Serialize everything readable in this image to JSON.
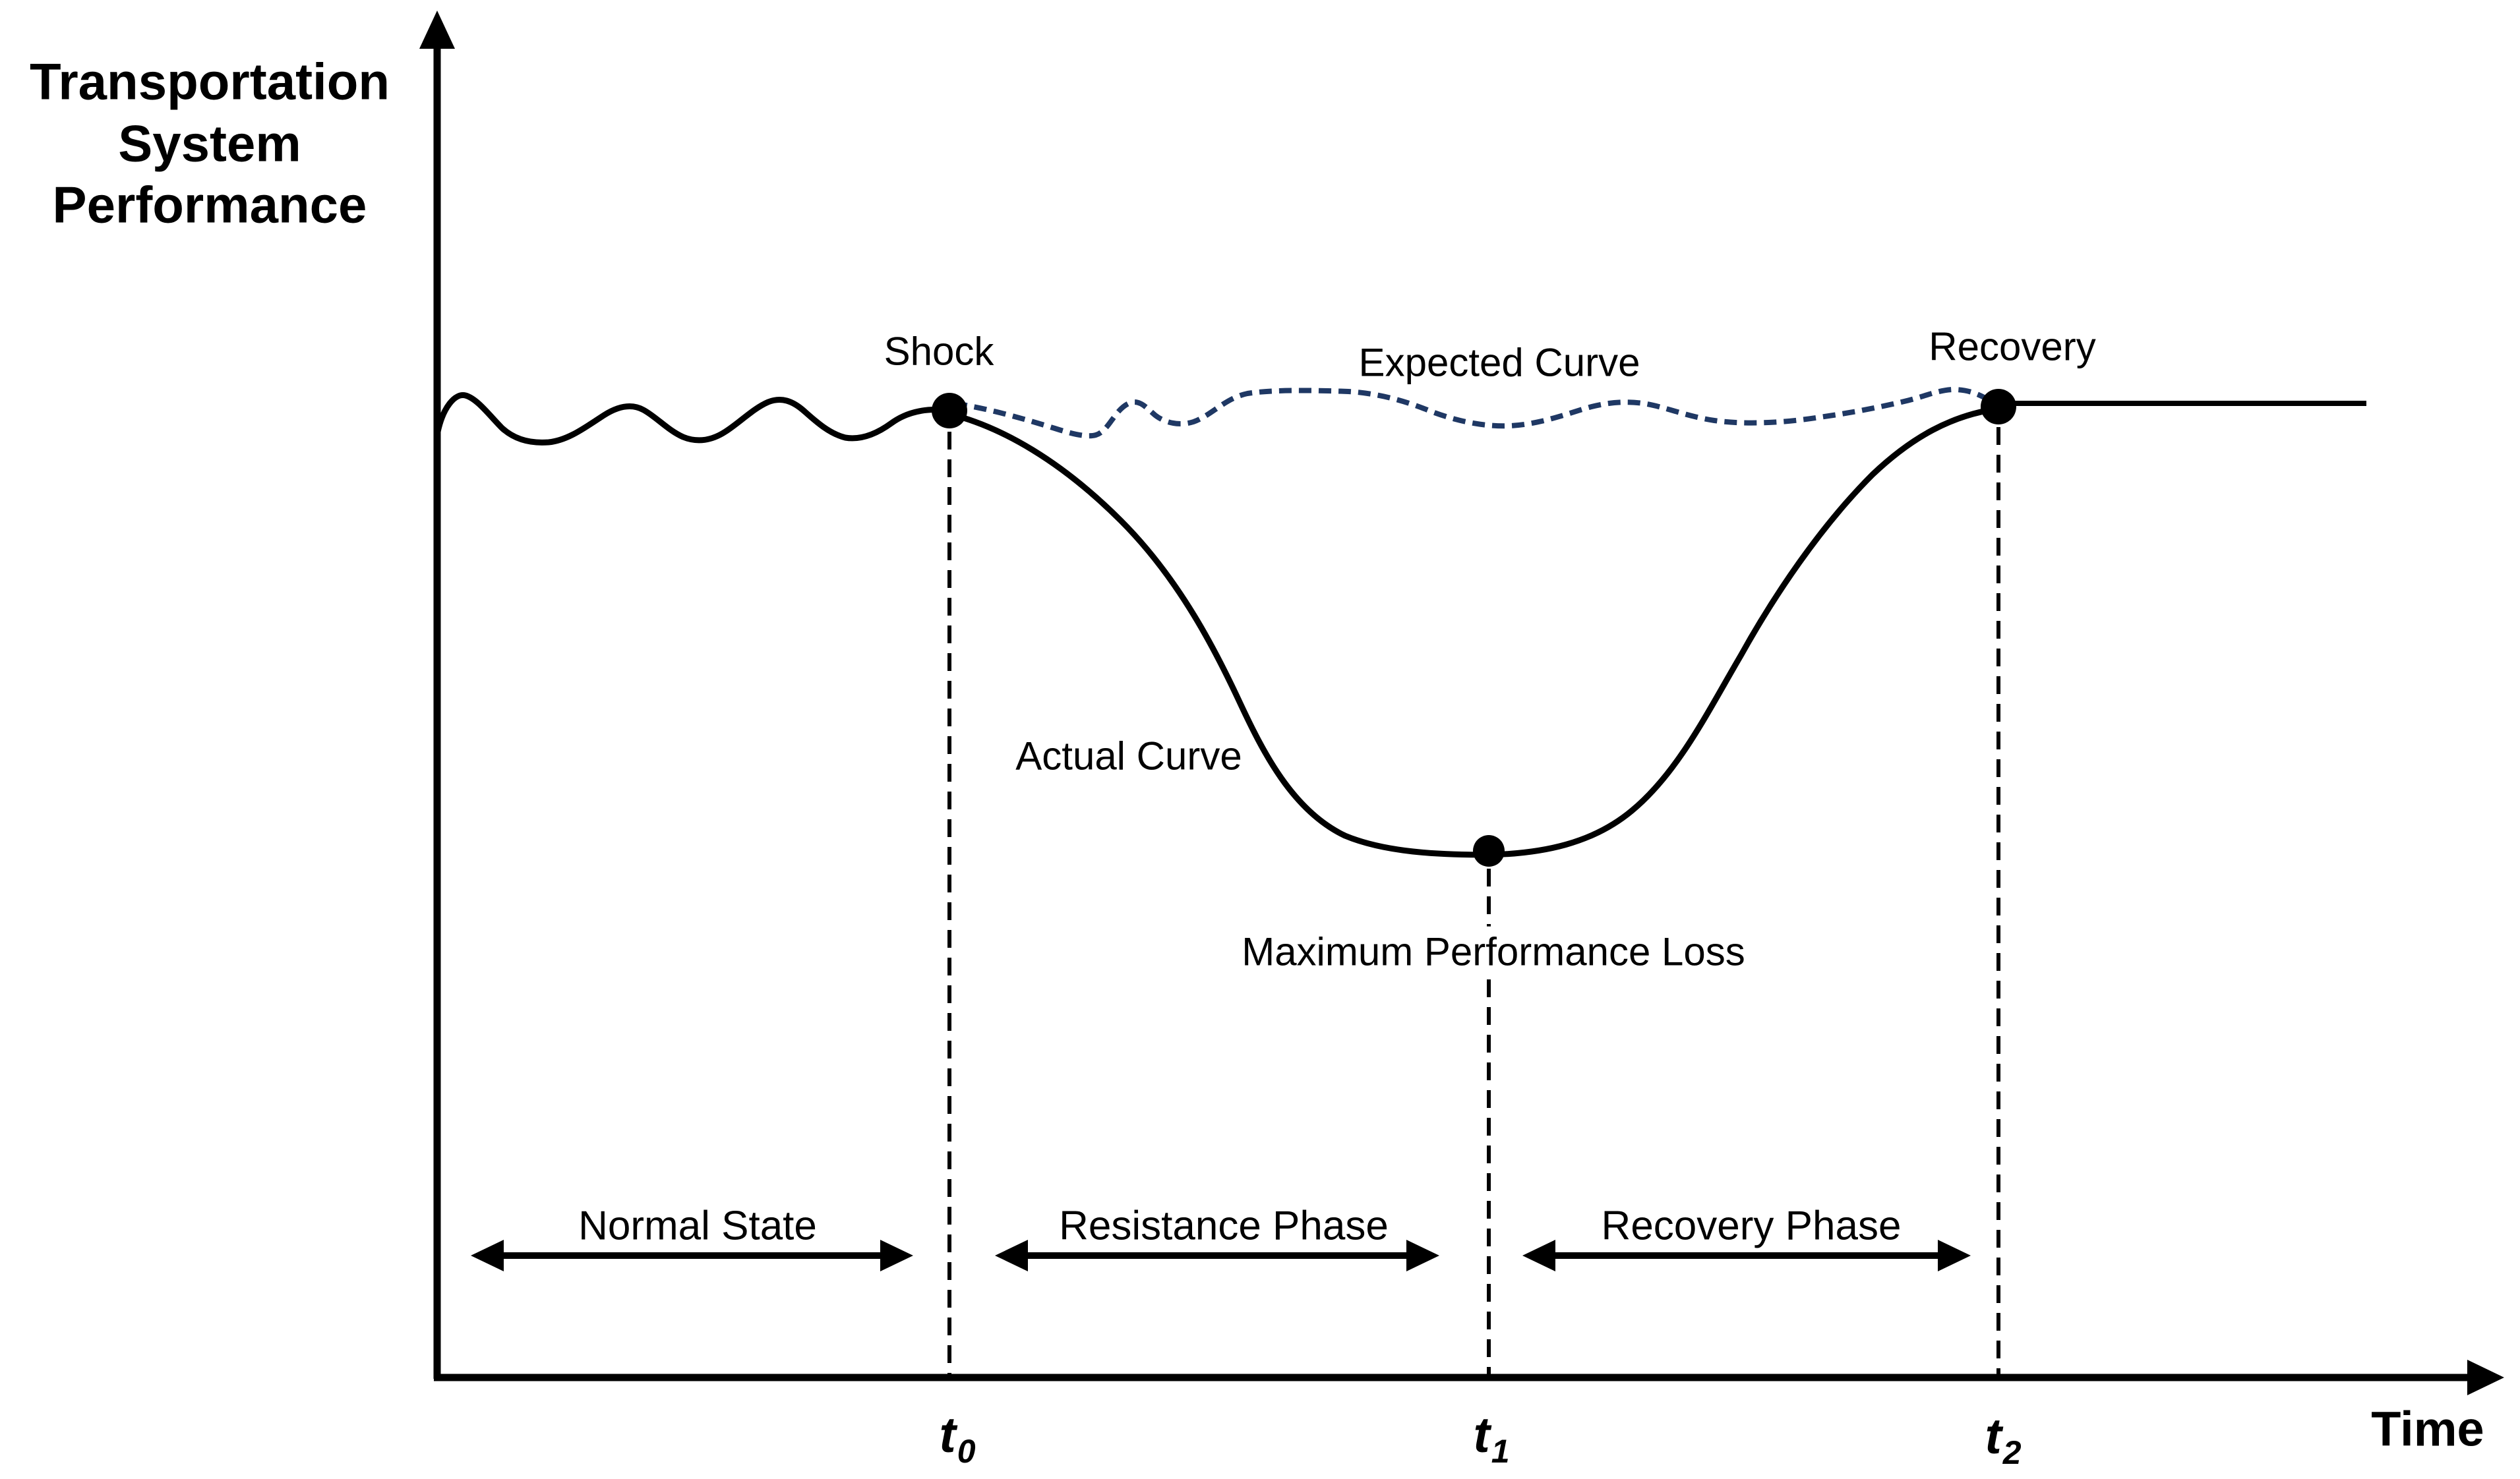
{
  "axes": {
    "y_label": "Transportation\nSystem\nPerformance",
    "x_label": "Time"
  },
  "annotations": {
    "shock": "Shock",
    "expected_curve": "Expected Curve",
    "recovery": "Recovery",
    "actual_curve": "Actual Curve",
    "max_performance_loss": "Maximum Performance Loss"
  },
  "phases": [
    {
      "label": "Normal State"
    },
    {
      "label": "Resistance Phase"
    },
    {
      "label": "Recovery Phase"
    }
  ],
  "ticks": [
    {
      "base": "t",
      "sub": "0"
    },
    {
      "base": "t",
      "sub": "1"
    },
    {
      "base": "t",
      "sub": "2"
    }
  ],
  "colors": {
    "ink": "#000000",
    "expected_curve": "#1F3864"
  }
}
